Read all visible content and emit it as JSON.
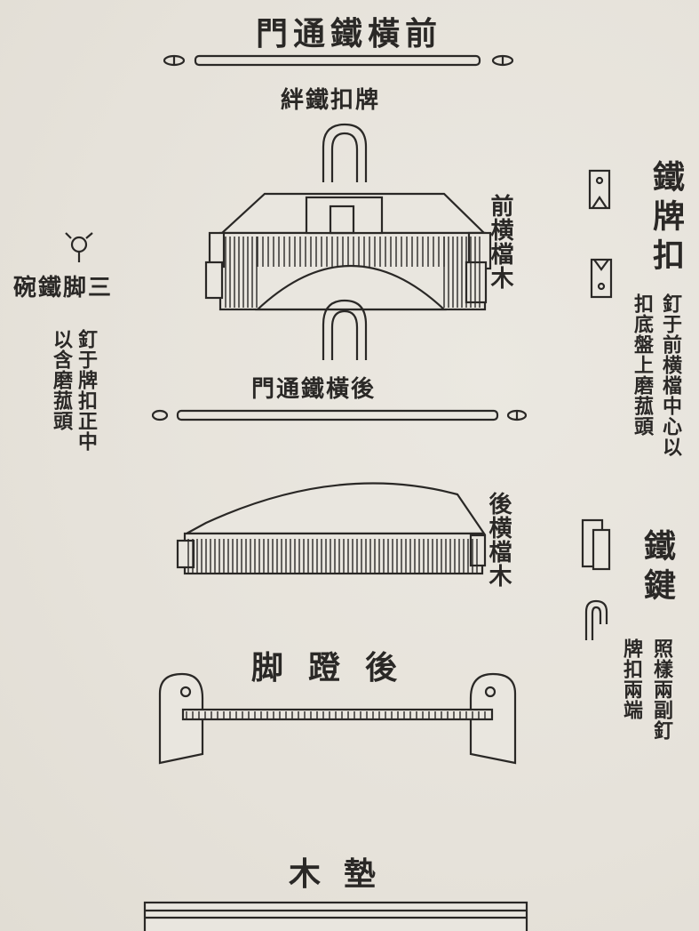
{
  "page": {
    "labels": {
      "front_bar_title": "前橫鐵通門",
      "clasp_title": "牌扣鐵絆",
      "back_bar_title": "後橫鐵通門",
      "footrest_title": "後蹬脚",
      "pad_title": "墊木",
      "bowl_title": "三脚鐵碗",
      "front_block_label": "前横檔木",
      "back_block_label": "後横檔木",
      "iron_plate_clasp_label": "鐵牌扣",
      "iron_key_label": "鐵鍵"
    },
    "notes": {
      "bowl_note_col1": "釘于牌扣正中",
      "bowl_note_col2": "以含磨菰頭",
      "plate_note_col1": "釘于前横檔中心以",
      "plate_note_col2": "扣底盤上磨菰頭",
      "key_note_col1": "照樣兩副釘",
      "key_note_col2": "牌扣兩端"
    }
  }
}
